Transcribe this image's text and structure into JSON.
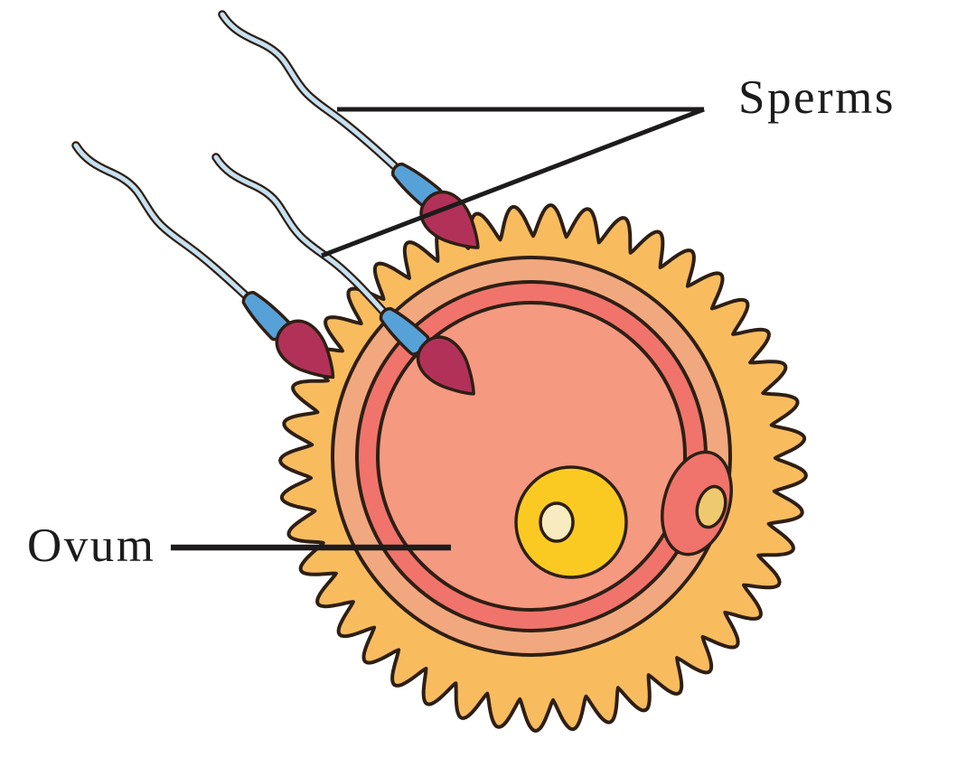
{
  "figure": {
    "sperm_count": 3,
    "labels": {
      "sperms": "Sperms",
      "ovum": "Ovum"
    },
    "colors": {
      "background": "#ffffff",
      "outline": "#2e1f14",
      "label_line": "#1d1b1b",
      "label_text": "#1d1b1b",
      "corona": "#f8bc5f",
      "peach_ring": "#f2a87e",
      "pink_ring": "#f0746b",
      "cytoplasm": "#f59981",
      "nucleus": "#fbca22",
      "nucleolus": "#f8ebc0",
      "polar_body": "#efc96f",
      "sperm_head": "#b23159",
      "sperm_midpiece": "#57a1d9",
      "sperm_tail": "#c6e1f2"
    }
  }
}
